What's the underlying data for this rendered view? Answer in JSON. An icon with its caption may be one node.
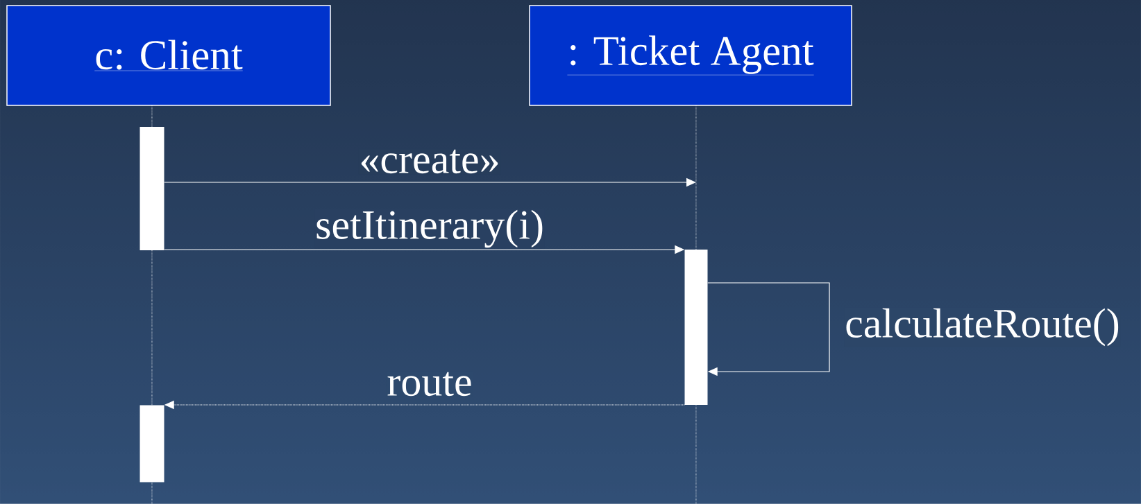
{
  "diagram": {
    "nodes": [
      {
        "text": [
          "c: Client"
        ]
      },
      {
        "text": [
          ": Ticket Agent"
        ]
      },
      {
        "text": [],
        "shape": "bar"
      },
      {
        "text": [],
        "shape": "bar"
      },
      {
        "text": [],
        "shape": "bar"
      }
    ],
    "edges": [
      {
        "from": 2,
        "to": null,
        "arrow": "to",
        "label": "«create»"
      },
      {
        "from": 2,
        "to": 3,
        "arrow": "to",
        "label": "setItinerary(i)"
      },
      {
        "from": 3,
        "to": 3,
        "arrow": "to",
        "label": "calculateRoute()"
      },
      {
        "from": 3,
        "to": 4,
        "arrow": "to",
        "label": "route",
        "style": "dashed"
      }
    ]
  }
}
